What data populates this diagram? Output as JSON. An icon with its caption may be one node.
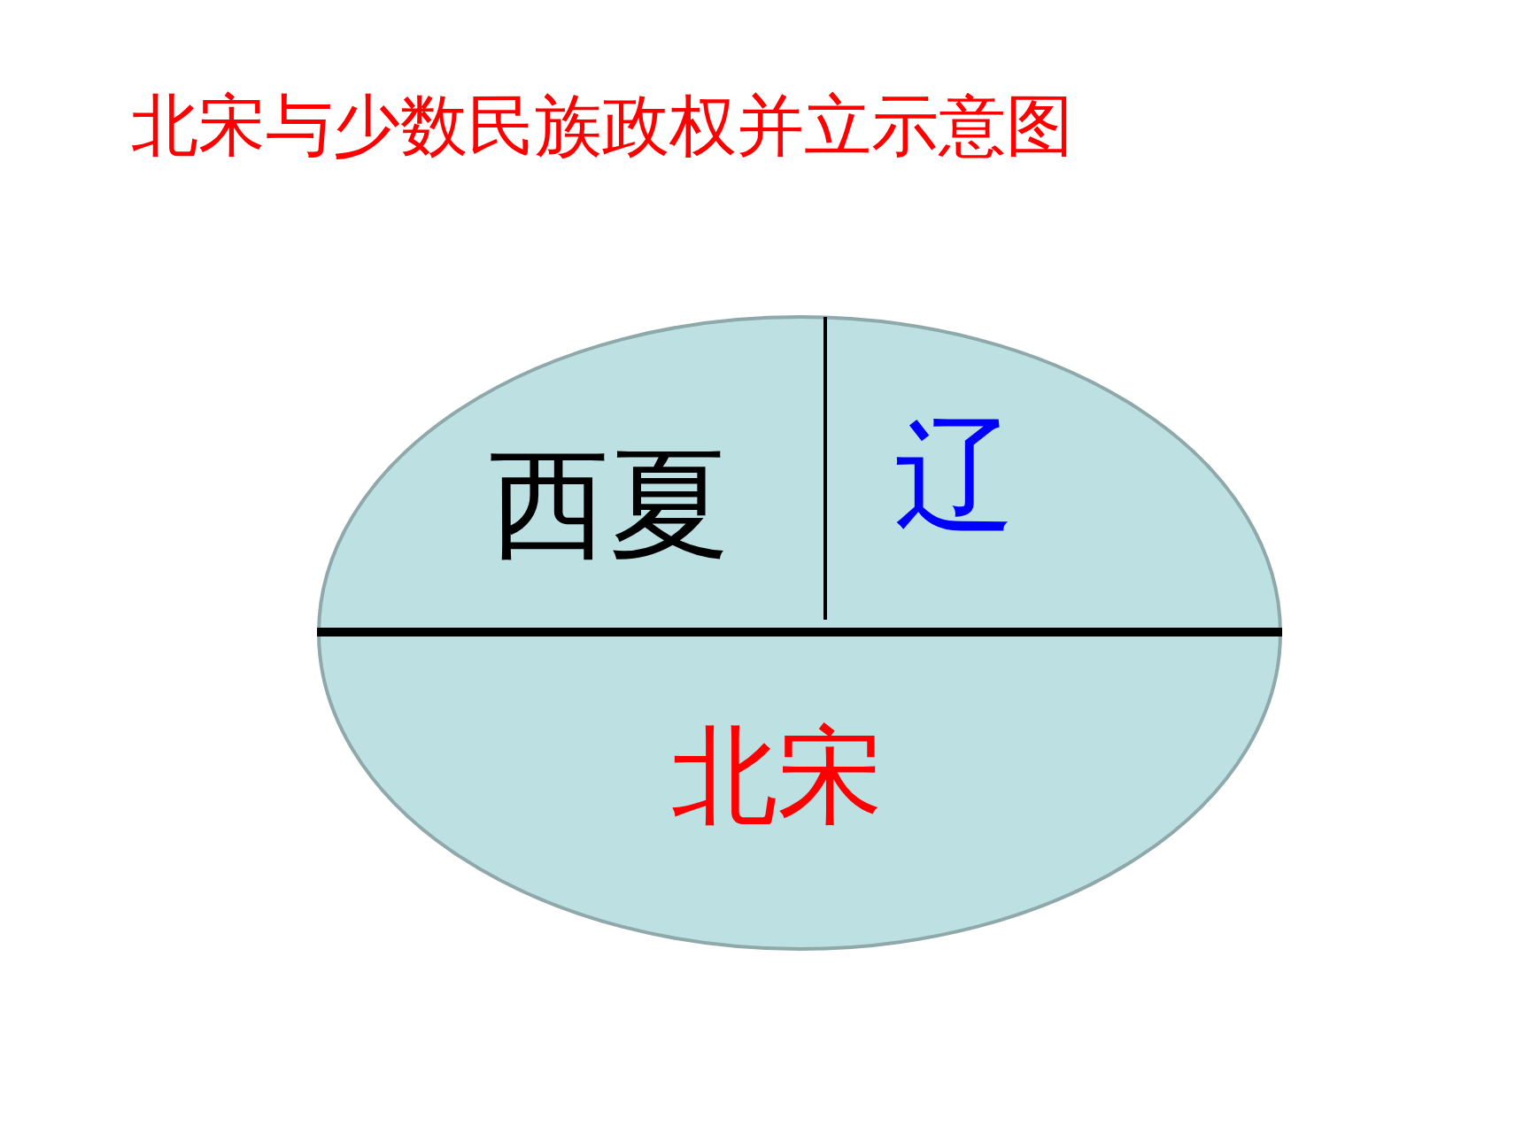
{
  "diagram": {
    "title": "北宋与少数民族政权并立示意图",
    "nodes": [
      {
        "text": [],
        "shape": "circle"
      },
      {
        "text": [
          "西夏"
        ],
        "in": 0
      },
      {
        "text": [
          "辽"
        ],
        "in": 0
      },
      {
        "text": [
          "北宋"
        ],
        "in": 0
      }
    ]
  }
}
